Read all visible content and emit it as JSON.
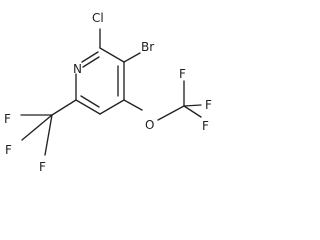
{
  "structure": {
    "atoms": {
      "n": "N",
      "cl": "Cl",
      "br": "Br",
      "o": "O",
      "f_top": "F",
      "f_right_mid": "F",
      "f_right_low": "F",
      "f_left_mid": "F",
      "f_left_low": "F",
      "f_bottom": "F"
    },
    "colors": {
      "ink": "#222222",
      "background": "#ffffff"
    }
  }
}
